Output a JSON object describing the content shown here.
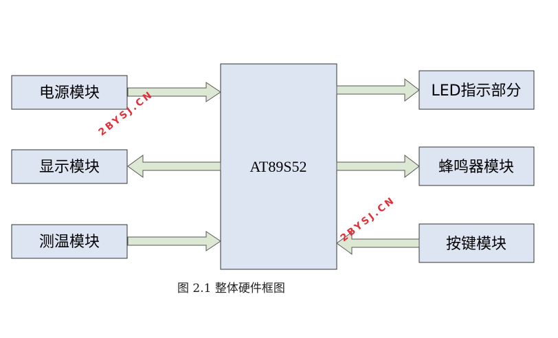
{
  "blocks": {
    "power": "电源模块",
    "display": "显示模块",
    "temp": "测温模块",
    "led": "LED指示部分",
    "buzzer": "蜂鸣器模块",
    "keys": "按键模块",
    "mcu": "AT89S52"
  },
  "caption": "图 2.1  整体硬件框图",
  "watermarks": [
    "2BYSJ.CN",
    "2BYSJ.CN"
  ],
  "colors": {
    "box_fill": "#dde4f2",
    "box_stroke": "#333333",
    "arrow_fill": "#dde8d4",
    "arrow_stroke": "#555555",
    "watermark": "#e0303a"
  }
}
